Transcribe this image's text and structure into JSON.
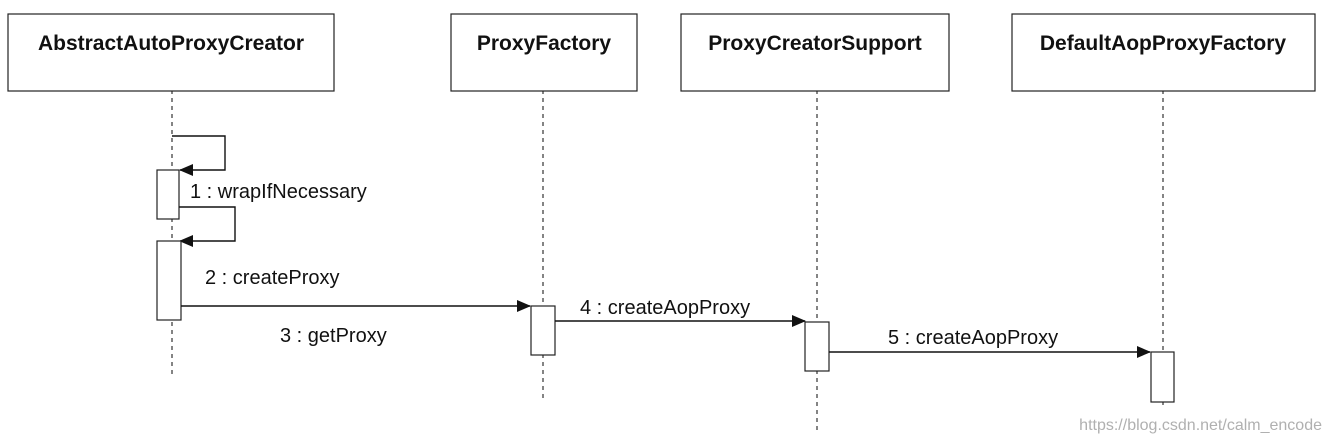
{
  "actors": [
    {
      "name": "AbstractAutoProxyCreator"
    },
    {
      "name": "ProxyFactory"
    },
    {
      "name": "ProxyCreatorSupport"
    },
    {
      "name": "DefaultAopProxyFactory"
    }
  ],
  "messages": [
    {
      "label": "1 : wrapIfNecessary"
    },
    {
      "label": "2 : createProxy"
    },
    {
      "label": "3 : getProxy"
    },
    {
      "label": "4 : createAopProxy"
    },
    {
      "label": "5 : createAopProxy"
    }
  ],
  "watermark": "https://blog.csdn.net/calm_encode"
}
